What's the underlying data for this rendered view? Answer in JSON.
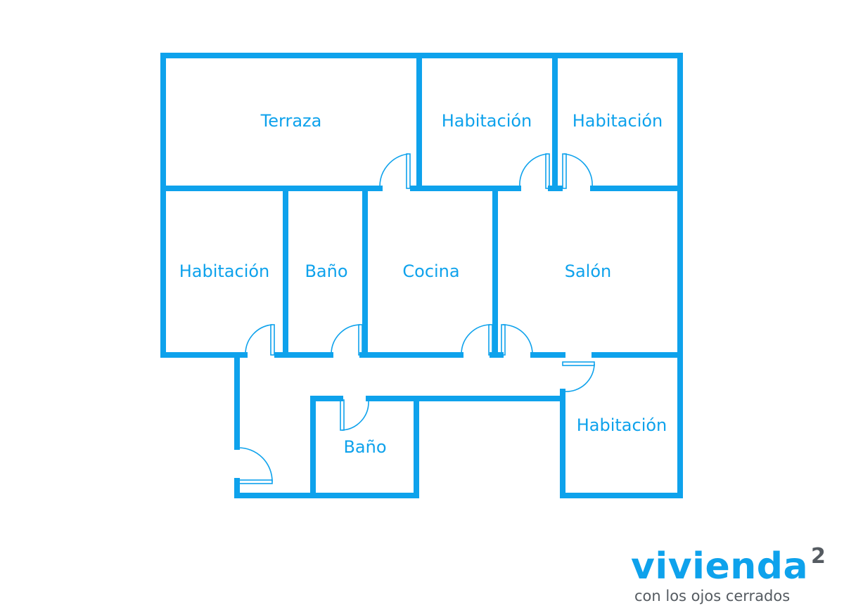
{
  "floorplan": {
    "wall_color": "#0ea2ec",
    "rooms": [
      {
        "id": "terraza",
        "label": "Terraza"
      },
      {
        "id": "habitacion-top-middle",
        "label": "Habitación"
      },
      {
        "id": "habitacion-top-right",
        "label": "Habitación"
      },
      {
        "id": "habitacion-middle-left",
        "label": "Habitación"
      },
      {
        "id": "bano-middle",
        "label": "Baño"
      },
      {
        "id": "cocina",
        "label": "Cocina"
      },
      {
        "id": "salon",
        "label": "Salón"
      },
      {
        "id": "bano-bottom",
        "label": "Baño"
      },
      {
        "id": "habitacion-bottom-right",
        "label": "Habitación"
      }
    ]
  },
  "brand": {
    "name": "vivienda",
    "superscript": "2",
    "tagline": "con los ojos cerrados",
    "name_color": "#0ea2ec",
    "tagline_color": "#555b61"
  }
}
